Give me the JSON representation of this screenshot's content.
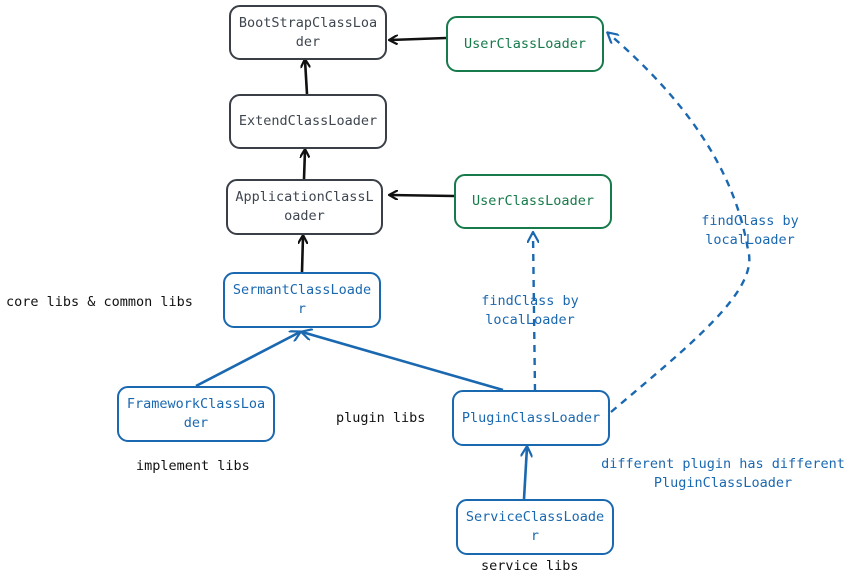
{
  "nodes": {
    "bootstrap": "BootStrapClassLoader",
    "extend": "ExtendClassLoader",
    "application": "ApplicationClassLoader",
    "sermant": "SermantClassLoader",
    "framework": "FrameworkClassLoader",
    "plugin": "PluginClassLoader",
    "service": "ServiceClassLoader",
    "user_top": "UserClassLoader",
    "user_mid": "UserClassLoader"
  },
  "labels": {
    "core_libs": "core libs & common libs",
    "implement_libs": "implement libs",
    "plugin_libs": "plugin libs",
    "service_libs": "service libs",
    "find_mid_1": "findClass by",
    "find_mid_2": "localLoader",
    "find_right_1": "findClass by",
    "find_right_2": "localLoader",
    "plugin_note_1": "different plugin has different",
    "plugin_note_2": "PluginClassLoader"
  },
  "colors": {
    "dark": "#3a3f47",
    "blue": "#1a68b0",
    "green": "#177a4a"
  }
}
